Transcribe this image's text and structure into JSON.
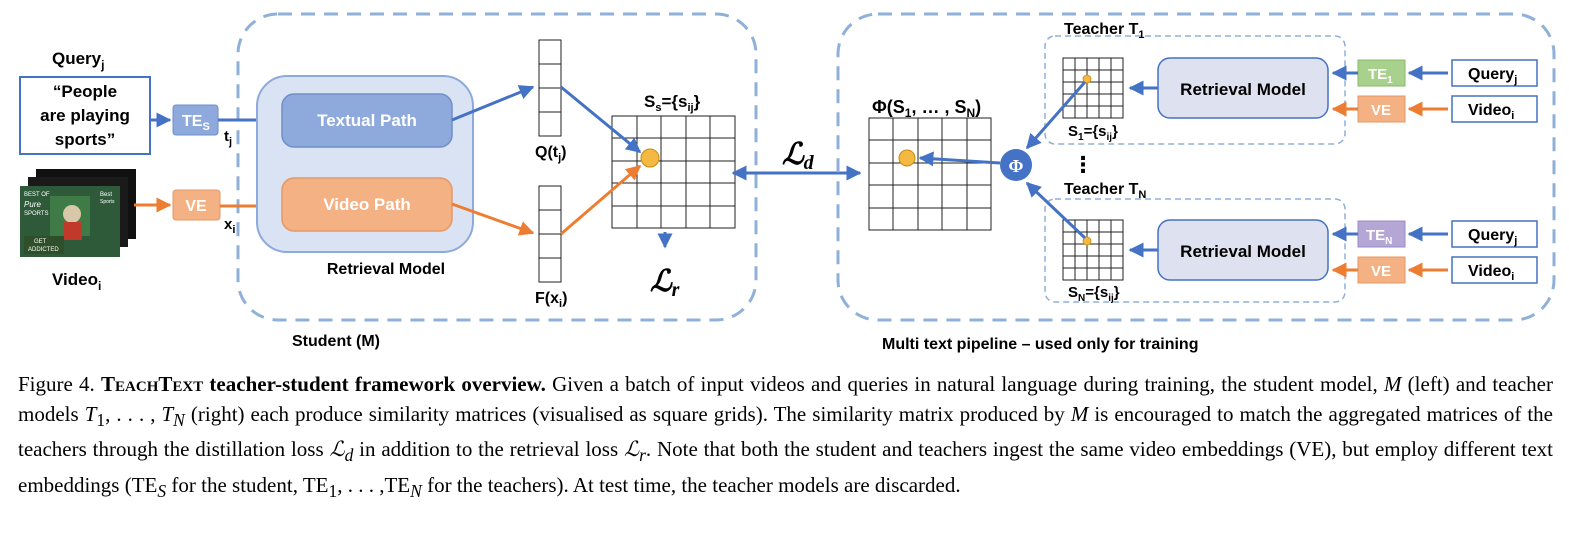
{
  "student": {
    "query_label": "Query",
    "query_sub": "j",
    "query_text": [
      "“People",
      "are playing",
      "sports”"
    ],
    "te_s_label": "TE",
    "te_s_sub": "S",
    "t_label": "t",
    "t_sub": "j",
    "ve_label": "VE",
    "x_label": "x",
    "x_sub": "i",
    "video_label": "Video",
    "video_sub": "i",
    "textual_path": "Textual Path",
    "video_path": "Video Path",
    "retrieval_model": "Retrieval Model",
    "q_label": "Q(t",
    "q_sub": "j",
    "q_end": ")",
    "f_label": "F(x",
    "f_sub": "i",
    "f_end": ")",
    "s_label": "S",
    "s_sub": "s",
    "s_eq": "={s",
    "s_sub2": "ij",
    "s_end": "}",
    "loss_r": "ℒ",
    "loss_r_sub": "r",
    "student_title": "Student (M)",
    "thumbnail_text": [
      "BEST OF",
      "Pure",
      "SPORTS",
      "GET",
      "ADDICTED",
      "Best",
      "Sports"
    ]
  },
  "loss_d": "ℒ",
  "loss_d_sub": "d",
  "teacher_pipeline": {
    "phi_label": "Φ(S",
    "phi_sub1": "1",
    "phi_mid": ", … , S",
    "phi_subN": "N",
    "phi_end": ")",
    "phi_node": "Φ",
    "teacher1": "Teacher T",
    "teacher1_sub": "1",
    "teacherN": "Teacher T",
    "teacherN_sub": "N",
    "dots": "⋮",
    "retrieval_model": "Retrieval Model",
    "te1_label": "TE",
    "te1_sub": "1",
    "teN_label": "TE",
    "teN_sub": "N",
    "ve_label": "VE",
    "query_label": "Query",
    "query_sub": "j",
    "video_label": "Video",
    "video_sub": "i",
    "s1_label": "S",
    "s1_sub": "1",
    "sN_label": "S",
    "sN_sub": "N",
    "s_eq": "={s",
    "s_sub2": "ij",
    "s_end": "}",
    "pipeline_title": "Multi text pipeline – used only for training"
  },
  "colors": {
    "dashed_border": "#8fb0d8",
    "path_blue": "#8ea9db",
    "path_orange": "#e59866",
    "arrow_blue": "#4472c4",
    "arrow_orange": "#ed7d31",
    "retrieval_bg": "#dae3f3",
    "teacher_box": "#dee2f0",
    "te1_green": "#a9d18e",
    "teN_purple": "#b4a7d6",
    "dot_yellow": "#f4b942",
    "phi_node": "#4472c4"
  },
  "caption": {
    "label": "Figure 4.",
    "title_sc": "TeachText",
    "title_rest": " teacher-student framework overview.",
    "s1": " Given a batch of input videos and queries in natural language during training, the student model, ",
    "m1": "M",
    "s2": " (left) and teacher models ",
    "t1": "T",
    "t1_sub": "1",
    "s3": ", . . . , ",
    "tn": "T",
    "tn_sub": "N",
    "s4": " (right) each produce similarity matrices (visualised as square grids). The similarity matrix produced by ",
    "m2": "M",
    "s5": " is encouraged to match the aggregated matrices of the teachers through the distillation loss ",
    "ld": "ℒ",
    "ld_sub": "d",
    "s6": " in addition to the retrieval loss ",
    "lr": "ℒ",
    "lr_sub": "r",
    "s7": ". Note that both the student and teachers ingest the same video embeddings (VE), but employ different text embeddings (TE",
    "tes_sub": "S",
    "s8": " for the student, TE",
    "te1_sub": "1",
    "s9": ", . . . ,TE",
    "ten_sub": "N",
    "s10": " for the teachers). At test time, the teacher models are discarded."
  }
}
